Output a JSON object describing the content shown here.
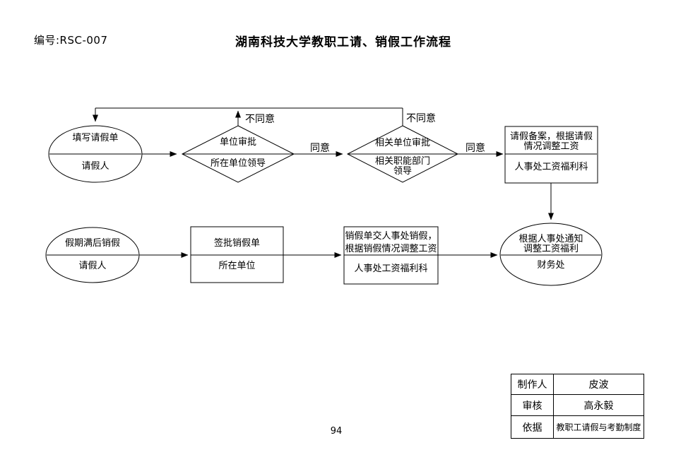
{
  "header": {
    "doc_number": "编号:RSC-007",
    "title": "湖南科技大学教职工请、销假工作流程"
  },
  "nodes": {
    "fill_form": {
      "action": "填写请假单",
      "actor": "请假人"
    },
    "unit_approval": {
      "action": "单位审批",
      "actor": "所在单位领导"
    },
    "related_approval": {
      "action": "相关单位审批",
      "actor_line1": "相关职能部门",
      "actor_line2": "领导"
    },
    "record": {
      "action_line1": "请假备案，根据请假",
      "action_line2": "情况调整工资",
      "actor": "人事处工资福利科"
    },
    "resume": {
      "action": "假期满后销假",
      "actor": "请假人"
    },
    "sign": {
      "action": "签批销假单",
      "actor": "所在单位"
    },
    "hr_adjust": {
      "action_line1": "销假单交人事处销假，",
      "action_line2": "根据销假情况调整工资",
      "actor": "人事处工资福利科"
    },
    "finance": {
      "action_line1": "根据人事处通知",
      "action_line2": "调整工资福利",
      "actor": "财务处"
    }
  },
  "edge_labels": {
    "agree1": "同意",
    "agree2": "同意",
    "disagree1": "不同意",
    "disagree2": "不同意"
  },
  "info_table": {
    "rows": [
      {
        "label": "制作人",
        "value": "皮波"
      },
      {
        "label": "审核",
        "value": "高永毅"
      },
      {
        "label": "依据",
        "value": "教职工请假与考勤制度"
      }
    ]
  },
  "footer": {
    "page_number": "94"
  },
  "colors": {
    "ink": "#000000",
    "paper": "#ffffff"
  }
}
